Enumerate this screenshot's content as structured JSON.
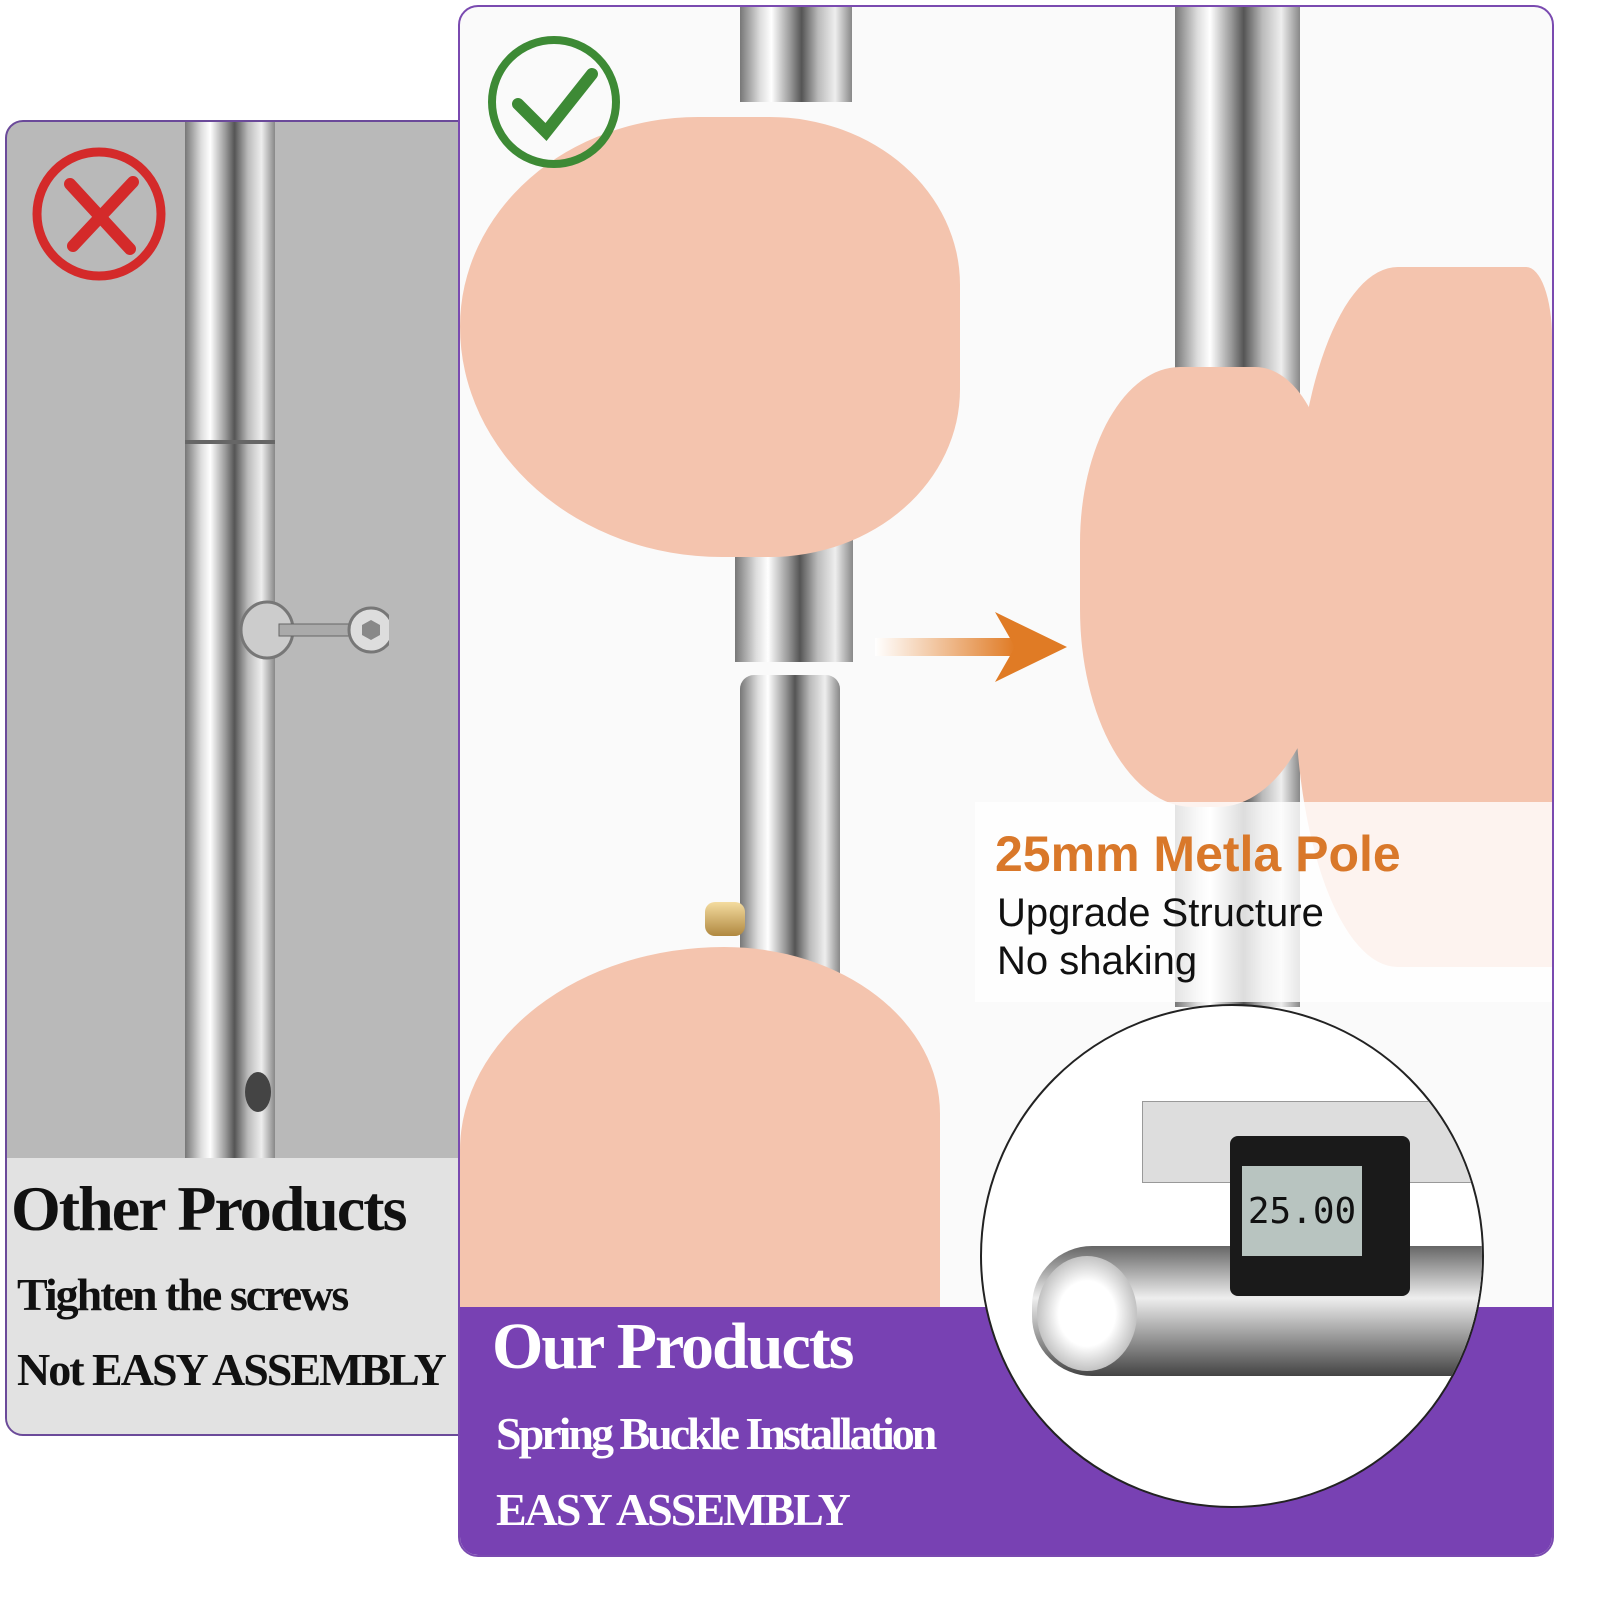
{
  "left_panel": {
    "title": "Other Products",
    "line1": "Tighten the screws",
    "line2": "Not EASY ASSEMBLY",
    "badge_icon": "x-mark-icon"
  },
  "right_panel": {
    "title": "Our Products",
    "line1": "Spring Buckle Installation",
    "line2": "EASY ASSEMBLY",
    "badge_icon": "check-mark-icon",
    "feature_heading": "25mm Metla Pole",
    "feature_line1": "Upgrade Structure",
    "feature_line2": "No shaking",
    "caliper_reading": "25.00"
  },
  "colors": {
    "purple": "#7841b3",
    "orange": "#d9782a",
    "red": "#d42a2a",
    "green": "#3d8a35"
  }
}
